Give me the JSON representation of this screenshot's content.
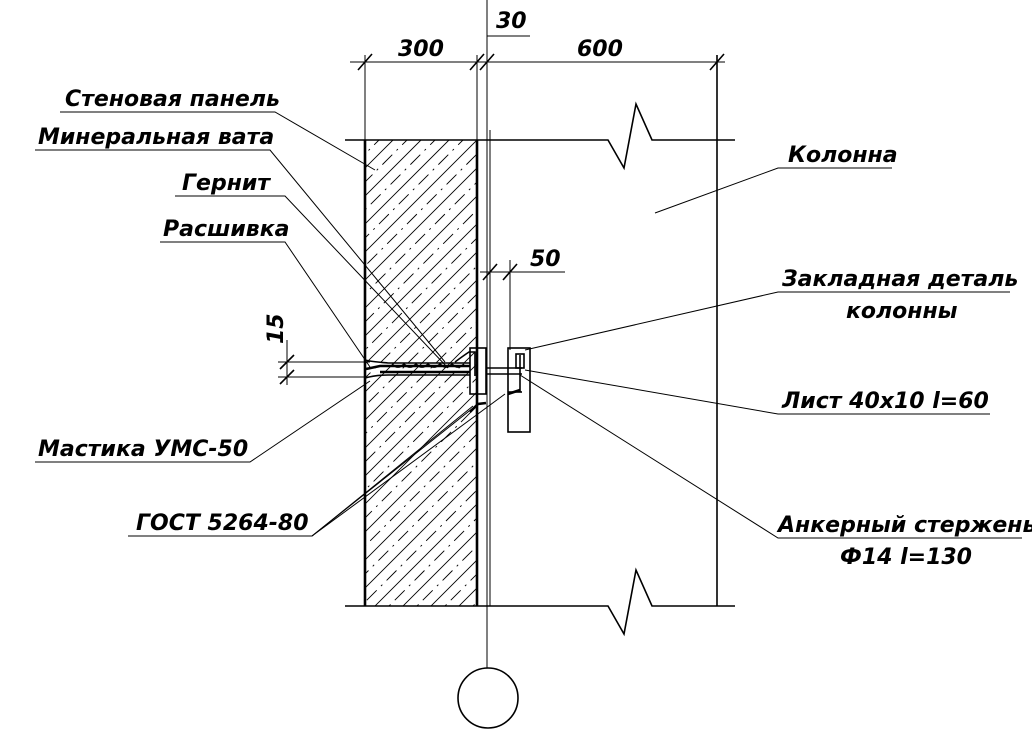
{
  "dimensions": {
    "panel_width": "300",
    "gap_width": "30",
    "column_width": "600",
    "anchor_offset": "50",
    "joint_height": "15"
  },
  "labels": {
    "wall_panel": "Стеновая панель",
    "mineral_wool": "Минеральная вата",
    "gernit": "Гернит",
    "pointing": "Расшивка",
    "column": "Колонна",
    "embedded_part_1": "Закладная деталь",
    "embedded_part_2": "колонны",
    "plate": "Лист 40х10 l=60",
    "mastic": "Мастика УМС-50",
    "gost": "ГОСТ 5264-80",
    "anchor_rod_1": "Анкерный стержень",
    "anchor_rod_2": "Ф14 l=130"
  },
  "colors": {
    "line": "#000000",
    "background": "#ffffff"
  }
}
